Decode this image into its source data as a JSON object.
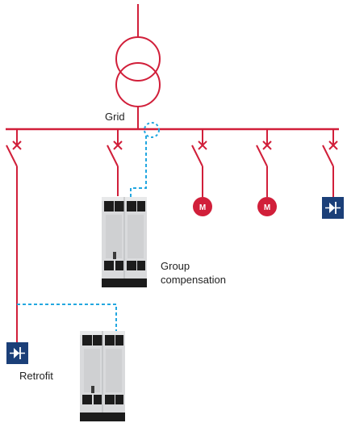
{
  "labels": {
    "grid": "Grid",
    "group_compensation_line1": "Group",
    "group_compensation_line2": "compensation",
    "retrofit": "Retrofit"
  },
  "motor_symbol": "M",
  "colors": {
    "line": "#d11f3a",
    "dashed": "#23a7e0",
    "motor": "#d11f3a",
    "drive": "#1b3f78",
    "cabinet_body": "#d9dadc",
    "cabinet_dark": "#1c1c1c",
    "text": "#222222"
  },
  "icons": {
    "transformer": "transformer-icon",
    "motor": "motor-icon",
    "drive": "drive-icon",
    "cabinet": "cabinet-icon",
    "breaker": "breaker-icon"
  }
}
